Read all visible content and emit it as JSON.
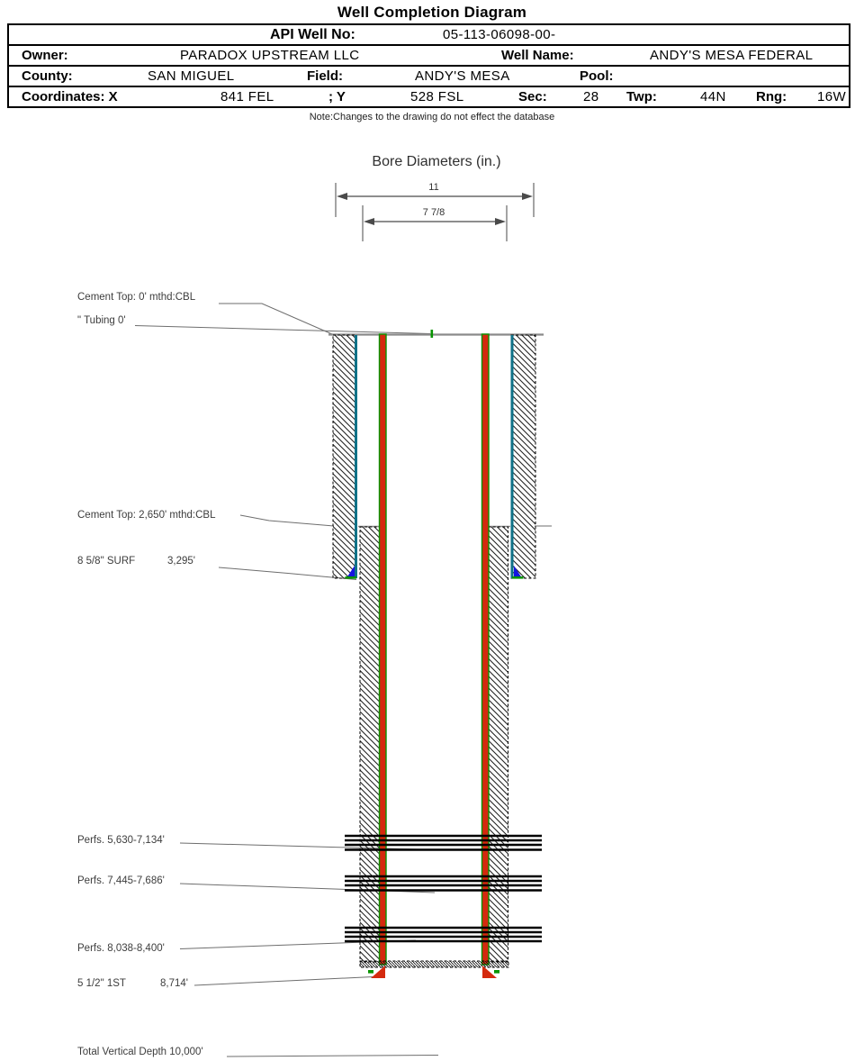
{
  "title": "Well Completion Diagram",
  "header_table": {
    "api_label": "API Well No:",
    "api_value": "05-113-06098-00-",
    "owner_label": "Owner:",
    "owner_value": "PARADOX UPSTREAM LLC",
    "well_name_label": "Well Name:",
    "well_name_value": "ANDY'S MESA FEDERAL",
    "county_label": "County:",
    "county_value": "SAN MIGUEL",
    "field_label": "Field:",
    "field_value": "ANDY'S MESA",
    "pool_label": "Pool:",
    "pool_value": "",
    "coords_label": "Coordinates: X",
    "coords_x_value": "841 FEL",
    "coords_y_label": "; Y",
    "coords_y_value": "528 FSL",
    "sec_label": "Sec:",
    "sec_value": "28",
    "twp_label": "Twp:",
    "twp_value": "44N",
    "rng_label": "Rng:",
    "rng_value": "16W"
  },
  "note": "Note:Changes to the drawing do not effect the database",
  "bore_diameters": {
    "title": "Bore Diameters (in.)",
    "outer_diameter": "11",
    "inner_diameter": "7 7/8"
  },
  "annotations": {
    "cement_top_surface": "Cement Top: 0' mthd:CBL",
    "tubing": "\" Tubing 0'",
    "cement_top_production": "Cement Top: 2,650' mthd:CBL",
    "surface_casing_label": "8 5/8\" SURF",
    "surface_casing_depth": "3,295'",
    "perfs_1": "Perfs. 5,630-7,134'",
    "perfs_2": "Perfs. 7,445-7,686'",
    "perfs_3": "Perfs. 8,038-8,400'",
    "production_casing_label": "5 1/2\" 1ST",
    "production_casing_depth": "8,714'",
    "tvd": "Total Vertical Depth 10,000'"
  },
  "colors": {
    "tubing_red": "#d42a0e",
    "casing_green": "#089400",
    "surface_casing_teal": "#0f7288",
    "shoe_blue": "#1414e0",
    "leader_gray": "#6e6e6e"
  }
}
